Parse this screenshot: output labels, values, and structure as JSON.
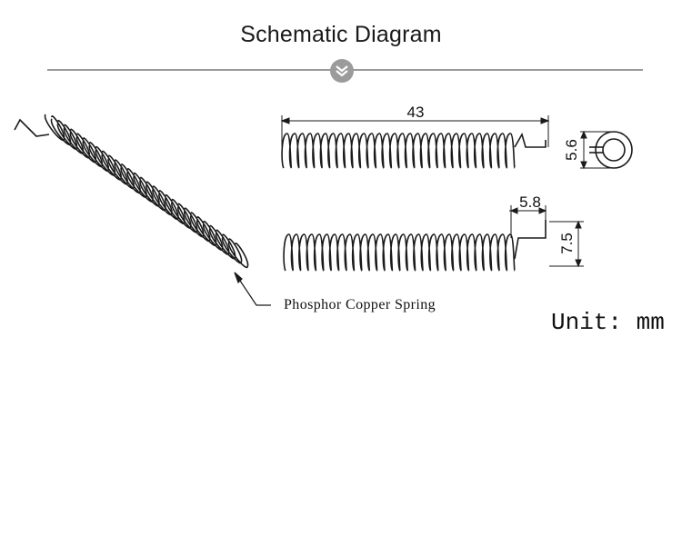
{
  "header": {
    "title": "Schematic Diagram",
    "icon": "double-chevron-down-icon"
  },
  "diagram": {
    "callout_label": "Phosphor Copper Spring",
    "unit_label": "Unit:  mm",
    "dimensions": {
      "length": "43",
      "diameter": "5.6",
      "tail_width": "5.8",
      "height": "7.5"
    }
  },
  "colors": {
    "line": "#1a1a1a",
    "divider": "#9a9a9a",
    "badge": "#9b9b9b"
  }
}
